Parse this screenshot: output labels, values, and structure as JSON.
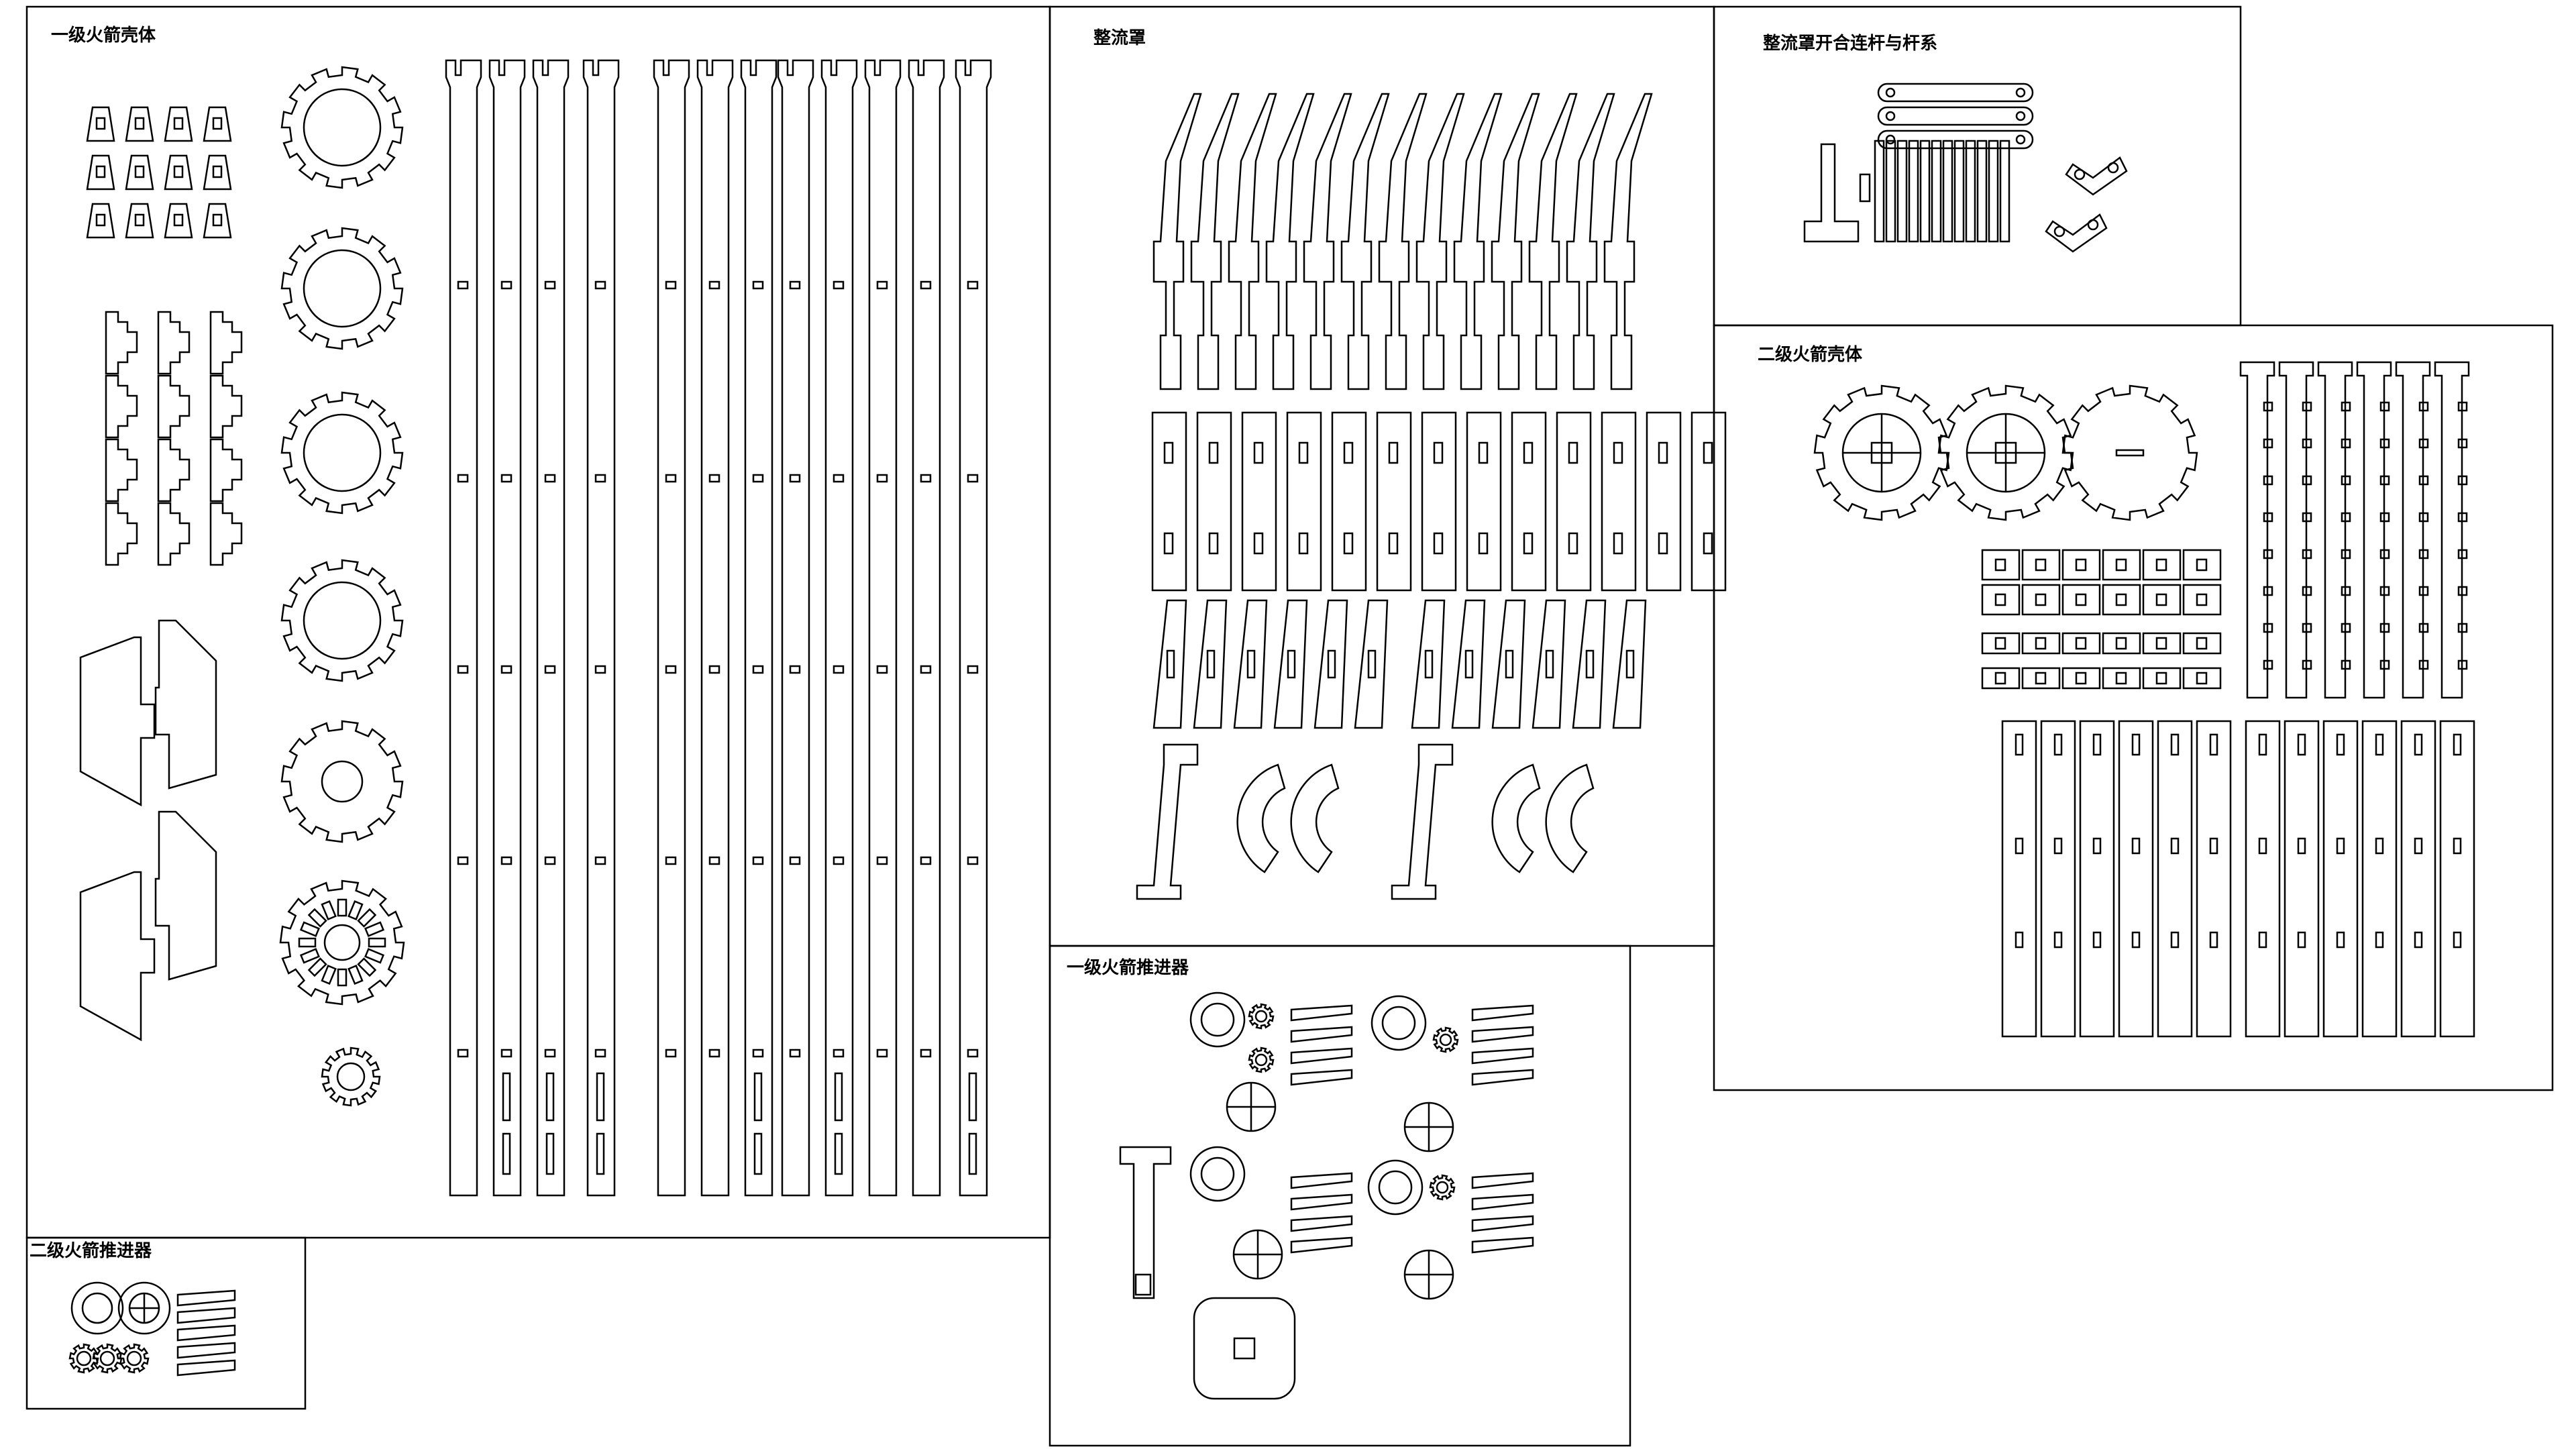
{
  "sheets": {
    "stage1_shell": {
      "label": "一级火箭壳体"
    },
    "fairing": {
      "label": "整流罩"
    },
    "fairing_linkage": {
      "label": "整流罩开合连杆与杆系"
    },
    "stage2_shell": {
      "label": "二级火箭壳体"
    },
    "stage1_thruster": {
      "label": "一级火箭推进器"
    },
    "stage2_thruster": {
      "label": "二级火箭推进器"
    }
  },
  "style": {
    "stroke": "#000000",
    "background": "#ffffff"
  }
}
